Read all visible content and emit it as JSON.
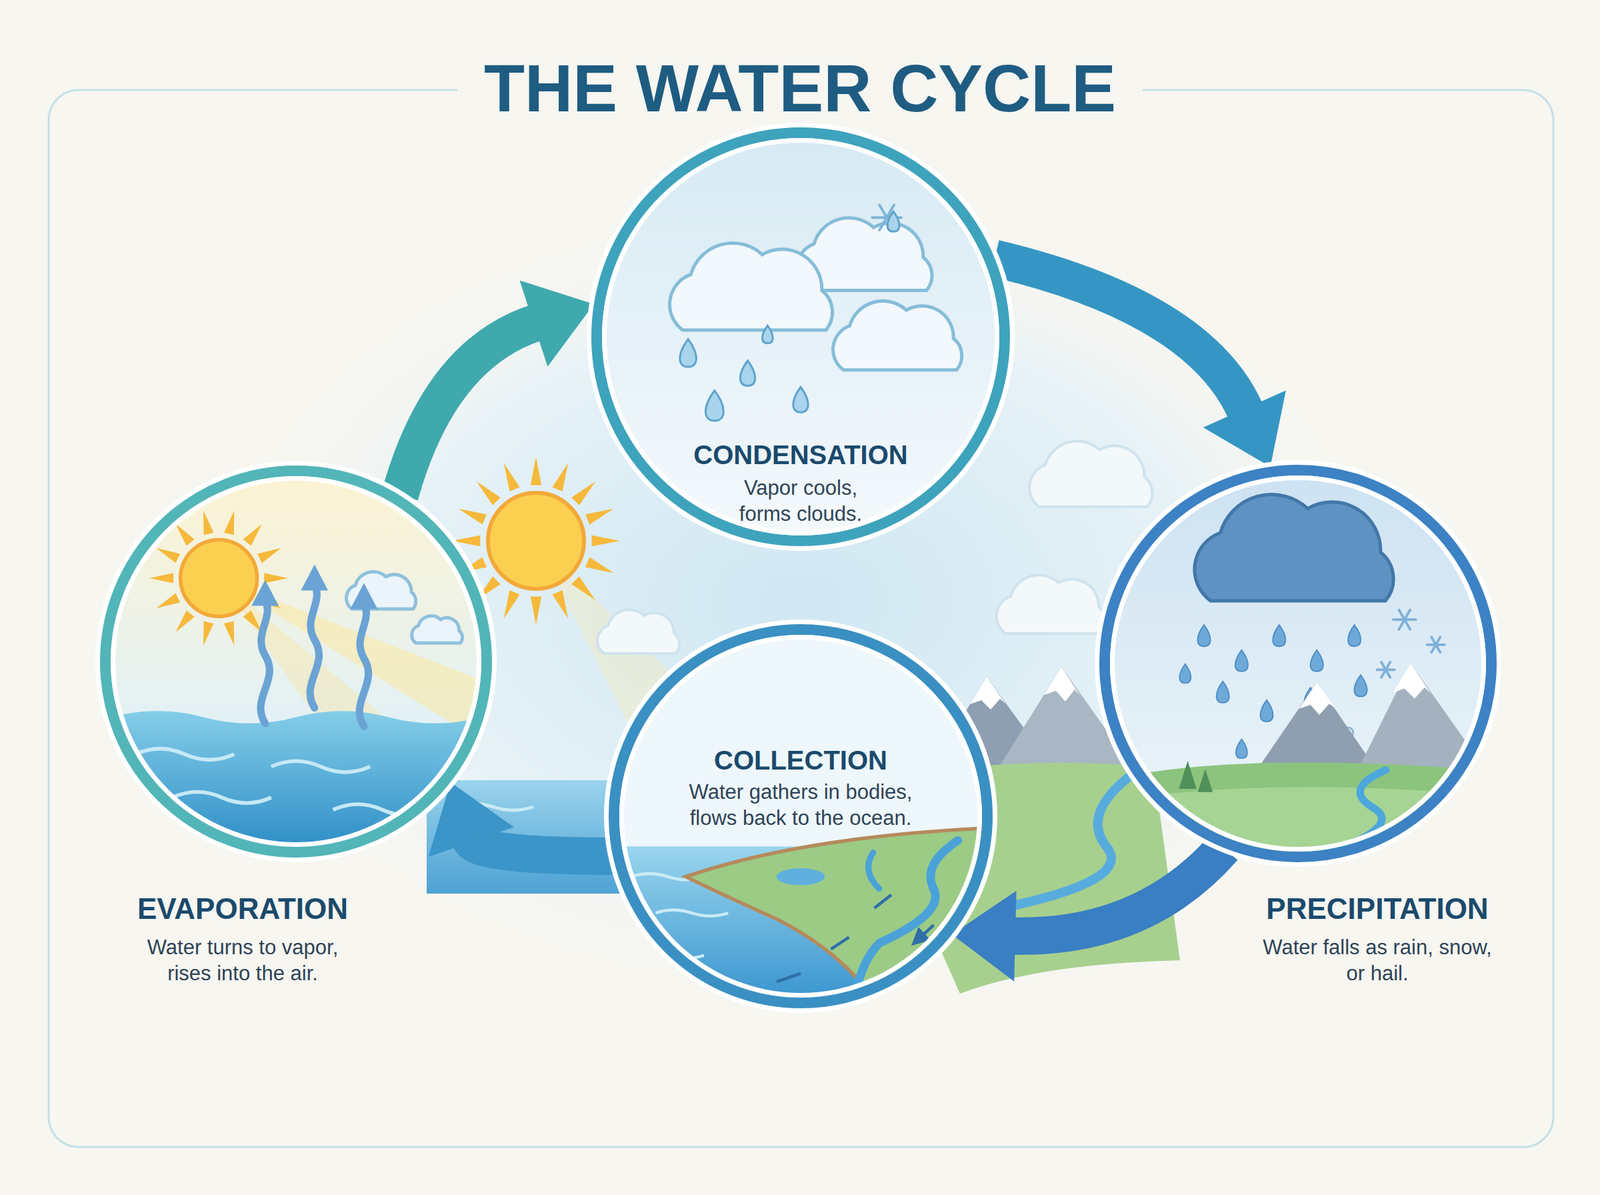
{
  "diagram": {
    "title": "THE WATER CYCLE",
    "nodes": [
      {
        "text": [
          "CONDENSATION",
          "Vapor cools, forms clouds."
        ]
      },
      {
        "text": [
          "EVAPORATION",
          "Water turns to vapor, rises into the air."
        ]
      },
      {
        "text": [
          "PRECIPITATION",
          "Water falls as rain, snow, or hail."
        ]
      },
      {
        "text": [
          "COLLECTION",
          "Water gathers in bodies, flows back to the ocean."
        ]
      }
    ],
    "edges": [
      {
        "from": 1,
        "to": 0,
        "arrow": "to"
      },
      {
        "from": 0,
        "to": 2,
        "arrow": "to"
      },
      {
        "from": 2,
        "to": 3,
        "arrow": "to"
      },
      {
        "from": 3,
        "to": 1,
        "arrow": "to"
      }
    ]
  }
}
